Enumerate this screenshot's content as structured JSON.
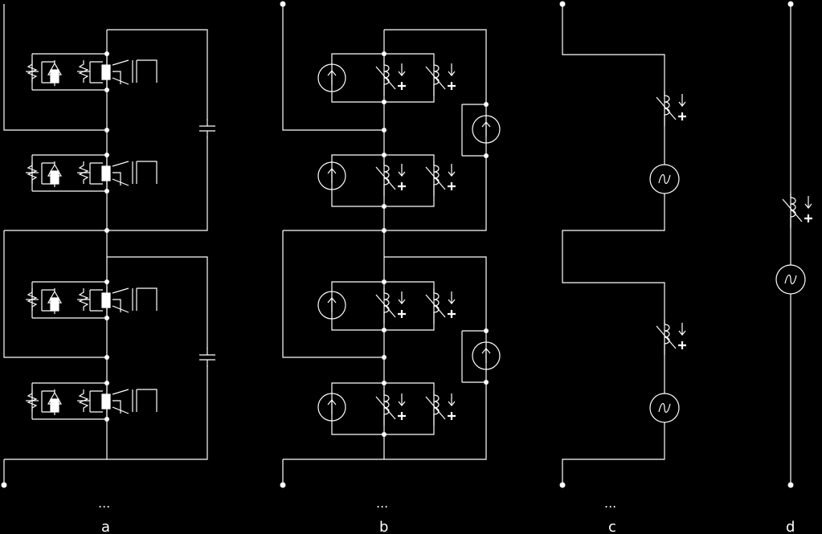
{
  "diagram": {
    "panels": [
      {
        "label": "a",
        "ellipsis": "..."
      },
      {
        "label": "b",
        "ellipsis": "..."
      },
      {
        "label": "c",
        "ellipsis": "..."
      },
      {
        "label": "d",
        "ellipsis": ""
      }
    ]
  },
  "colors": {
    "background": "#000000",
    "stroke": "#ffffff"
  }
}
